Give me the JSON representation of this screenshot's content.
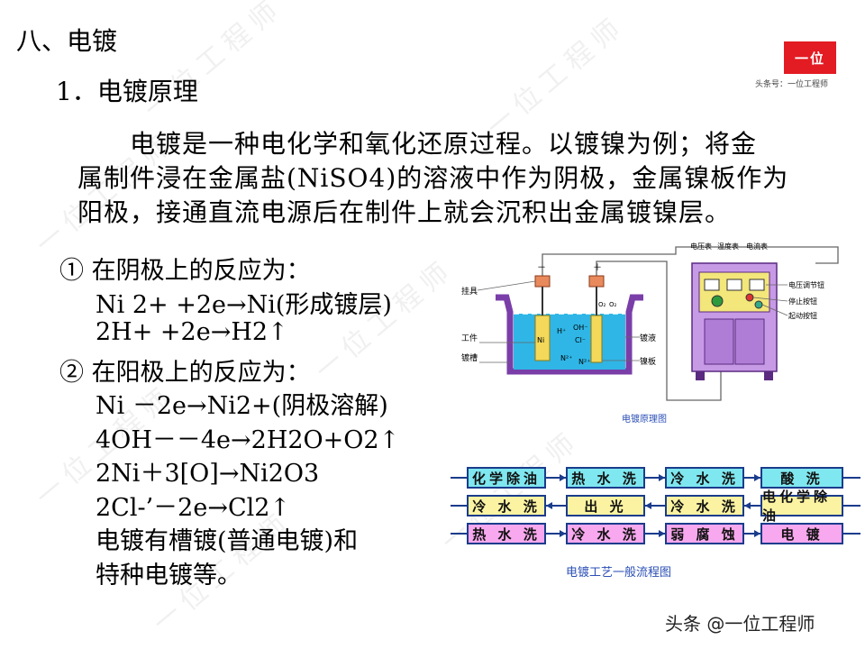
{
  "heading": "八、电镀",
  "subheading": "1．电镀原理",
  "paragraph_lines": [
    "　　电镀是一种电化学和氧化还原过程。以镀镍为例；将金",
    "属制件浸在金属盐(NiSO4)的溶液中作为阴极，金属镍板作为",
    "阳极，接通直流电源后在制件上就会沉积出金属镀镍层。"
  ],
  "reactions": [
    {
      "text": "① 在阴极上的反应为：",
      "indent": false
    },
    {
      "text": "Ni 2+ +2e→Ni(形成镀层)",
      "indent": true
    },
    {
      "text": "2H+ +2e→H2↑",
      "indent": true
    },
    {
      "text": "② 在阳极上的反应为：",
      "indent": false
    },
    {
      "text": "Ni －2e→Ni2+(阴极溶解)",
      "indent": true
    },
    {
      "text": "4OH－－4e→2H2O+O2↑",
      "indent": true
    },
    {
      "text": "2Ni＋3[O]→Ni2O3",
      "indent": true
    },
    {
      "text": "2Cl-’－2e→Cl2↑",
      "indent": true
    },
    {
      "text": "电镀有槽镀(普通电镀)和",
      "indent": true
    },
    {
      "text": "特种电镀等。",
      "indent": true
    }
  ],
  "logo": {
    "text": "一位",
    "subtitle": "头条号：一位工程师",
    "color": "#e31b23"
  },
  "footer": "头条 @一位工程师",
  "watermark_text": "一位工程师",
  "diagram": {
    "caption": "电镀原理图",
    "labels": {
      "hook": "挂具",
      "workpiece": "工件",
      "tank": "镀槽",
      "solution": "镀液",
      "plate": "镍板",
      "voltmeter": "电压表",
      "thermometer": "温度表",
      "ammeter": "电流表",
      "voltage_knob": "电压调节钮",
      "stop_button": "停止按钮",
      "start_button": "起动按钮",
      "minus": "－",
      "plus": "＋",
      "ni": "Ni",
      "h_plus": "H⁺",
      "oh_minus": "OH⁻",
      "cl_minus": "Cl⁻",
      "n2_left": "N²⁺",
      "n2_right": "N²⁺",
      "o2a": "O₂",
      "o2b": "O₂"
    },
    "colors": {
      "water": "#2fb6e6",
      "tank": "#7a3ea8",
      "cabinet": "#c79ae6",
      "plate": "#f3d85a"
    }
  },
  "flowchart": {
    "caption": "电镀工艺一般流程图",
    "rows": [
      [
        "化学除油",
        "热 水 洗",
        "冷 水 洗",
        "酸 洗"
      ],
      [
        "冷 水 洗",
        "出 光",
        "冷 水 洗",
        "电化学除油"
      ],
      [
        "热 水 洗",
        "冷 水 洗",
        "弱 腐 蚀",
        "电 镀"
      ]
    ],
    "colors": [
      "cyan",
      "yel",
      "pink"
    ],
    "arrow_color": "#1a3c8c"
  }
}
